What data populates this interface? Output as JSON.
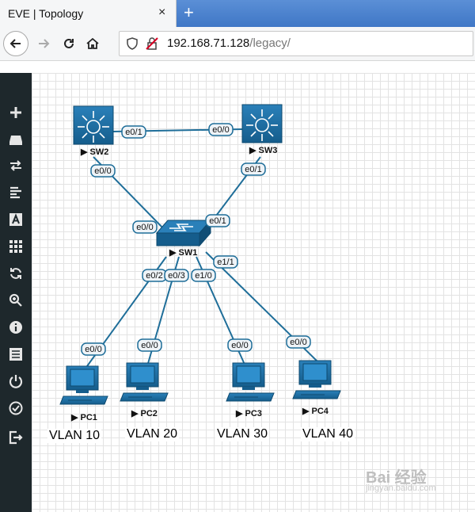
{
  "browser": {
    "tab_title": "EVE | Topology",
    "tab_close": "×",
    "new_tab": "+",
    "url_host": "192.168.71.128",
    "url_path": "/legacy/"
  },
  "sidebar": {
    "items": [
      {
        "icon": "plus-icon"
      },
      {
        "icon": "node-icon"
      },
      {
        "icon": "swap-icon"
      },
      {
        "icon": "list-icon"
      },
      {
        "icon": "text-icon"
      },
      {
        "icon": "grid-icon"
      },
      {
        "icon": "refresh-icon"
      },
      {
        "icon": "zoom-icon"
      },
      {
        "icon": "info-icon"
      },
      {
        "icon": "log-icon"
      },
      {
        "icon": "power-icon"
      },
      {
        "icon": "check-icon"
      },
      {
        "icon": "logout-icon"
      }
    ]
  },
  "topology": {
    "nodes": {
      "sw2": "SW2",
      "sw3": "SW3",
      "sw1": "SW1",
      "pc1": "PC1",
      "pc2": "PC2",
      "pc3": "PC3",
      "pc4": "PC4"
    },
    "ports": {
      "sw2_e01": "e0/1",
      "sw3_e00": "e0/0",
      "sw2_e00": "e0/0",
      "sw3_e01": "e0/1",
      "sw1_e00": "e0/0",
      "sw1_e01": "e0/1",
      "sw1_e02": "e0/2",
      "sw1_e03": "e0/3",
      "sw1_e10": "e1/0",
      "sw1_e11": "e1/1",
      "pc1_e00": "e0/0",
      "pc2_e00": "e0/0",
      "pc3_e00": "e0/0",
      "pc4_e00": "e0/0"
    },
    "vlans": [
      "VLAN 10",
      "VLAN 20",
      "VLAN 30",
      "VLAN 40"
    ]
  },
  "watermark": {
    "main": "Bai 经验",
    "sub": "jingyan.baidu.com"
  },
  "colors": {
    "device": "#1b6a9c",
    "link": "#1f6e99",
    "sidebar": "#1e282c",
    "port_bg": "#eef3f7"
  }
}
